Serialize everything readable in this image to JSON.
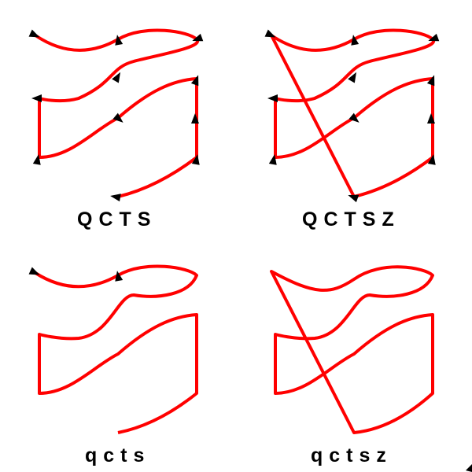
{
  "colors": {
    "path_stroke": "#ff0000",
    "marker_fill": "#000000",
    "caption_text": "#000000",
    "background": "#ffffff"
  },
  "panels": [
    {
      "id": "top-left",
      "caption": "QCTS",
      "markers_visible": true
    },
    {
      "id": "top-right",
      "caption": "QCTSZ",
      "markers_visible": true
    },
    {
      "id": "bottom-left",
      "caption": "qcts",
      "markers_visible": "partial"
    },
    {
      "id": "bottom-right",
      "caption": "qctsz",
      "markers_visible": false
    }
  ],
  "captions": {
    "top_left": "QCTS",
    "top_right": "QCTSZ",
    "bottom_left": "qcts",
    "bottom_right": "qctsz"
  }
}
